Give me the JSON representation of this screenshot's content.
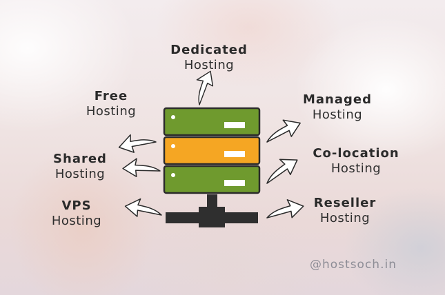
{
  "labels": {
    "dedicated": {
      "line1": "Dedicated",
      "line2": "Hosting"
    },
    "free": {
      "line1": "Free",
      "line2": "Hosting"
    },
    "shared": {
      "line1": "Shared",
      "line2": "Hosting"
    },
    "vps": {
      "line1": "VPS",
      "line2": "Hosting"
    },
    "managed": {
      "line1": "Managed",
      "line2": "Hosting"
    },
    "colocation": {
      "line1": "Co-location",
      "line2": "Hosting"
    },
    "reseller": {
      "line1": "Reseller",
      "line2": "Hosting"
    }
  },
  "watermark": "@hostsoch.in",
  "colors": {
    "server_green": "#6f9a2e",
    "server_orange": "#f5a623",
    "server_outline": "#2b2b2b",
    "arrow_fill": "#ffffff",
    "arrow_stroke": "#2b2b2b",
    "text": "#2a2a2a",
    "watermark": "#8d8d96"
  },
  "icons": [
    "server-rack-icon",
    "network-connector-icon",
    "curved-arrow-icon"
  ]
}
